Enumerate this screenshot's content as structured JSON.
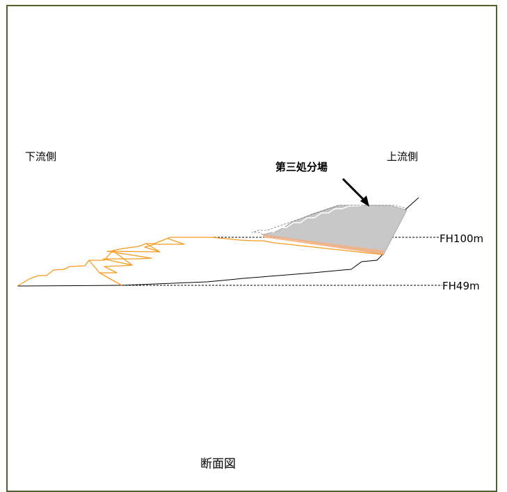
{
  "labels": {
    "downstream": "下流側",
    "upstream": "上流側",
    "site": "第三処分場",
    "fh100": "FH100m",
    "fh49": "FH49m",
    "caption": "断面図"
  },
  "colors": {
    "frame": "#4f6228",
    "embankment": "#f79a1e",
    "fill_area": "#c8c8c8",
    "fill_bottom": "#f4b183",
    "ground_line": "#000000"
  }
}
